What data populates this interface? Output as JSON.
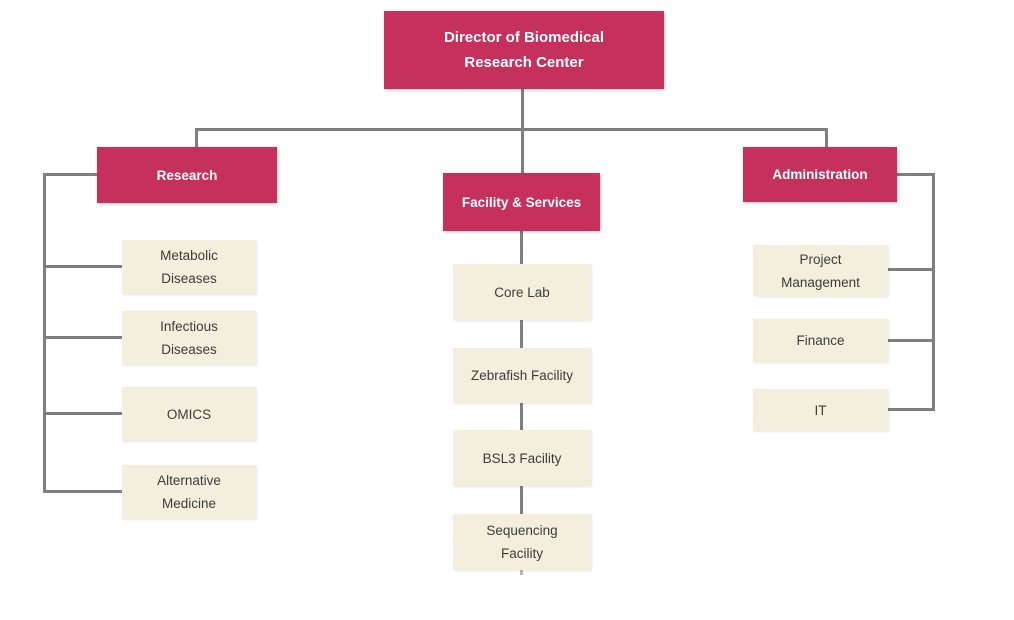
{
  "colors": {
    "accent": "#c5305c",
    "leaf_fill": "#f4eedd",
    "connector": "#7f7f7f",
    "accent_text": "#ffffff",
    "leaf_text": "#3c3c3c",
    "background": "#ffffff"
  },
  "org_chart": {
    "type": "org-chart",
    "root": {
      "label": "Director of Biomedical Research Center"
    },
    "branches": [
      {
        "label": "Research",
        "children": [
          {
            "label": "Metabolic Diseases"
          },
          {
            "label": "Infectious Diseases"
          },
          {
            "label": "OMICS"
          },
          {
            "label": "Alternative Medicine"
          }
        ]
      },
      {
        "label": "Facility & Services",
        "children": [
          {
            "label": "Core Lab"
          },
          {
            "label": "Zebrafish Facility"
          },
          {
            "label": "BSL3 Facility"
          },
          {
            "label": "Sequencing Facility"
          }
        ]
      },
      {
        "label": "Administration",
        "children": [
          {
            "label": "Project Management"
          },
          {
            "label": "Finance"
          },
          {
            "label": "IT"
          }
        ]
      }
    ]
  }
}
